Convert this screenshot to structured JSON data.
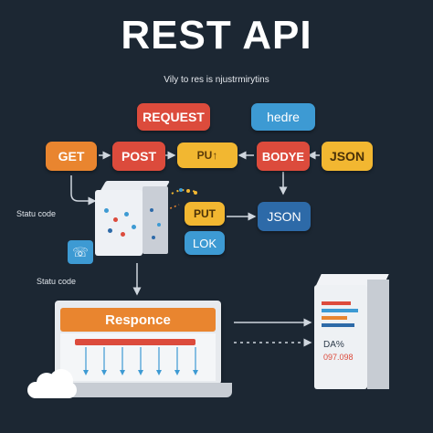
{
  "title": "REST API",
  "subtitle": "Vily to res is njustrmirytins",
  "nodes": {
    "request": "REQUEST",
    "hedre": "hedre",
    "get": "GET",
    "post": "POST",
    "pu": "PU↑",
    "bodye": "BODYE",
    "json_top": "JSON",
    "put": "PUT",
    "json_mid": "JSON",
    "lok": "LOK"
  },
  "captions": {
    "status_code_1": "Statu code",
    "status_code_2": "Statu code"
  },
  "response_panel": {
    "title": "Responce"
  },
  "server": {
    "label_1": "DA%",
    "label_2": "097.098"
  },
  "colors": {
    "background": "#1c2733",
    "red": "#dc4b3c",
    "orange": "#e9852f",
    "yellow": "#f2b731",
    "blue": "#2d6aa8",
    "teal": "#3d9ad3"
  },
  "icons": [
    "server-cube-icon",
    "phone-icon",
    "cloud-icon",
    "server-tower-icon"
  ]
}
